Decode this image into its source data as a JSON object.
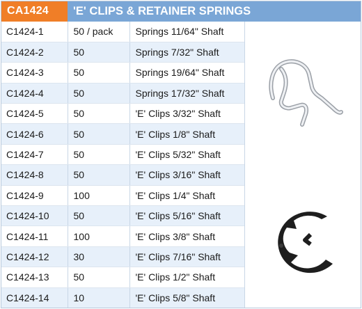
{
  "header": {
    "code": "CA1424",
    "title": "'E' CLIPS & RETAINER SPRINGS"
  },
  "rows": [
    {
      "part": "C1424-1",
      "qty": "50 / pack",
      "desc": "Springs 11/64\" Shaft"
    },
    {
      "part": "C1424-2",
      "qty": "50",
      "desc": "Springs 7/32\" Shaft"
    },
    {
      "part": "C1424-3",
      "qty": "50",
      "desc": "Springs 19/64\" Shaft"
    },
    {
      "part": "C1424-4",
      "qty": "50",
      "desc": "Springs 17/32\" Shaft"
    },
    {
      "part": "C1424-5",
      "qty": "50",
      "desc": "'E' Clips 3/32\" Shaft"
    },
    {
      "part": "C1424-6",
      "qty": "50",
      "desc": "'E' Clips 1/8\" Shaft"
    },
    {
      "part": "C1424-7",
      "qty": "50",
      "desc": "'E' Clips 5/32\" Shaft"
    },
    {
      "part": "C1424-8",
      "qty": "50",
      "desc": "'E' Clips 3/16\" Shaft"
    },
    {
      "part": "C1424-9",
      "qty": "100",
      "desc": "'E' Clips 1/4\" Shaft"
    },
    {
      "part": "C1424-10",
      "qty": "50",
      "desc": "'E' Clips 5/16\" Shaft"
    },
    {
      "part": "C1424-11",
      "qty": "100",
      "desc": "'E' Clips 3/8\" Shaft"
    },
    {
      "part": "C1424-12",
      "qty": "30",
      "desc": "'E' Clips 7/16\" Shaft"
    },
    {
      "part": "C1424-13",
      "qty": "50",
      "desc": "'E' Clips 1/2\" Shaft"
    },
    {
      "part": "C1424-14",
      "qty": "10",
      "desc": "'E' Clips 5/8\" Shaft"
    }
  ],
  "images": [
    {
      "name": "retainer-spring-photo"
    },
    {
      "name": "e-clip-photo"
    }
  ],
  "colors": {
    "code_tab": "#f07e27",
    "title_bar": "#7aa6d6",
    "row_alt": "#e7f0fa"
  }
}
